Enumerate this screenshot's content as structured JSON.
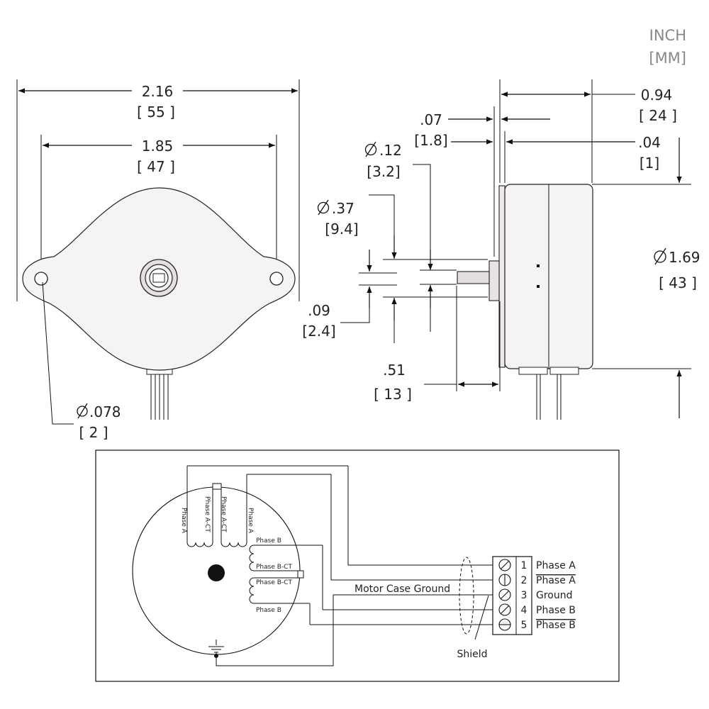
{
  "units": {
    "primary": "INCH",
    "secondary": "[MM]"
  },
  "front_view": {
    "overall_width": {
      "inch": "2.16",
      "mm": "[ 55 ]"
    },
    "hole_spacing": {
      "inch": "1.85",
      "mm": "[ 47 ]"
    },
    "hole_diameter": {
      "inch": ".078",
      "mm": "[ 2 ]"
    }
  },
  "side_view": {
    "flange_thickness": {
      "inch": ".07",
      "mm": "[1.8]"
    },
    "shaft_diameter": {
      "inch": ".12",
      "mm": "[3.2]"
    },
    "boss_diameter": {
      "inch": ".37",
      "mm": "[9.4]"
    },
    "boss_height": {
      "inch": ".09",
      "mm": "[2.4]"
    },
    "shaft_length": {
      "inch": ".51",
      "mm": "[ 13 ]"
    },
    "body_depth": {
      "inch": "0.94",
      "mm": "[ 24 ]"
    },
    "offset": {
      "inch": ".04",
      "mm": "[1]"
    },
    "body_diameter": {
      "inch": "1.69",
      "mm": "[ 43 ]"
    }
  },
  "wiring": {
    "coil_labels": {
      "phase_a_left": "Phase A",
      "phase_a_ct_1": "Phase A-CT",
      "phase_a_ct_2": "Phase A-CT",
      "phase_a_right": "Phase A",
      "phase_b_top": "Phase B",
      "phase_b_ct_1": "Phase B-CT",
      "phase_b_ct_2": "Phase B-CT",
      "phase_b_bottom": "Phase B"
    },
    "motor_case_ground": "Motor Case Ground",
    "shield": "Shield",
    "terminals": [
      {
        "num": "1",
        "label": "Phase A",
        "overline": false
      },
      {
        "num": "2",
        "label": "Phase A",
        "overline": true
      },
      {
        "num": "3",
        "label": "Ground",
        "overline": false
      },
      {
        "num": "4",
        "label": "Phase B",
        "overline": false
      },
      {
        "num": "5",
        "label": "Phase B",
        "overline": true
      }
    ]
  }
}
